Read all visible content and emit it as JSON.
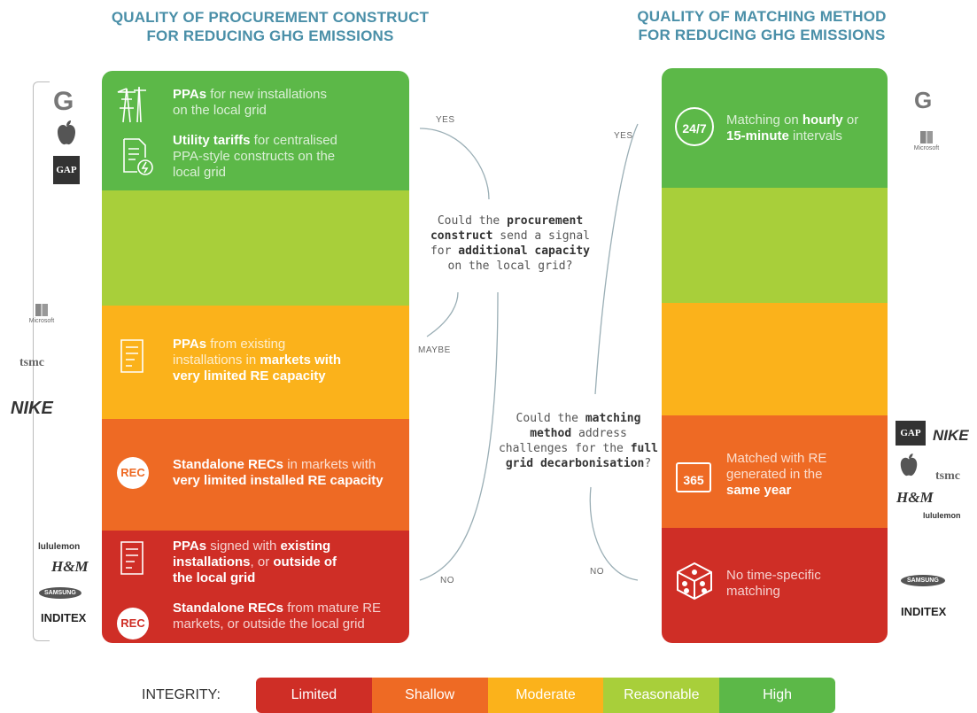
{
  "left_title": {
    "line1": "QUALITY OF PROCUREMENT CONSTRUCT",
    "line2": "FOR REDUCING GHG EMISSIONS"
  },
  "right_title": {
    "line1": "QUALITY OF MATCHING METHOD",
    "line2": "FOR REDUCING GHG EMISSIONS"
  },
  "left_items": {
    "ppa_new": {
      "b": "PPAs",
      "t1": " for new installations",
      "t2": "on the local grid"
    },
    "utility": {
      "b": "Utility tariffs",
      "t1": " for centralised",
      "t2": "PPA-style constructs on the",
      "t3": "local grid"
    },
    "ppa_existing": {
      "b": "PPAs",
      "t1": " from existing",
      "t2": "installations in ",
      "b2": "markets with",
      "b3": "very limited RE capacity"
    },
    "rec_limited": {
      "b": "Standalone RECs",
      "t1": " in markets with",
      "b2": "very limited installed RE capacity"
    },
    "ppa_signed": {
      "b": "PPAs",
      "t1": " signed with ",
      "b2": "existing",
      "b3": "installations",
      "t2": ", or ",
      "b4": "outside of",
      "b5": "the local grid"
    },
    "rec_mature": {
      "b": "Standalone RECs",
      "t1": " from mature RE",
      "t2": "markets, or outside the local grid"
    }
  },
  "rec_badge": "REC",
  "right_items": {
    "hourly": {
      "t1": "Matching on ",
      "b1": "hourly",
      "t2": " or",
      "b2": "15-minute",
      "t3": " intervals",
      "icon_text": "24/7"
    },
    "year": {
      "t1": "Matched with RE",
      "t2": "generated in the",
      "b1": "same year",
      "icon_text": "365"
    },
    "none": {
      "t1": "No time-specific",
      "t2": "matching"
    }
  },
  "questions": {
    "left": {
      "l1": "Could the ",
      "b1": "procurement",
      "b2": "construct",
      "l2": " send a signal",
      "l3": "for ",
      "b3": "additional capacity",
      "l4": "on the local grid?"
    },
    "right": {
      "l1": "Could the ",
      "b1": "matching",
      "b2": "method",
      "l2": " address",
      "l3": "challenges for the ",
      "b3": "full",
      "b4": "grid decarbonisation",
      "l4": "?"
    }
  },
  "branch_labels": {
    "yes_left": "YES",
    "maybe": "MAYBE",
    "no_left": "NO",
    "yes_right": "YES",
    "no_right": "NO"
  },
  "logos": {
    "google": "G",
    "gap": "GAP",
    "microsoft": "Microsoft",
    "tsmc": "tsmc",
    "nike": "NIKE",
    "lululemon": "lululemon",
    "hm": "H&M",
    "samsung": "SAMSUNG",
    "inditex": "INDITEX"
  },
  "legend": {
    "label": "INTEGRITY:",
    "levels": [
      "Limited",
      "Shallow",
      "Moderate",
      "Reasonable",
      "High"
    ]
  },
  "colors": {
    "high": "#5cb848",
    "reasonable": "#a8cf3a",
    "moderate": "#fbb21b",
    "shallow": "#ee6a24",
    "limited": "#cf2e26",
    "title": "#4a8fa8"
  }
}
